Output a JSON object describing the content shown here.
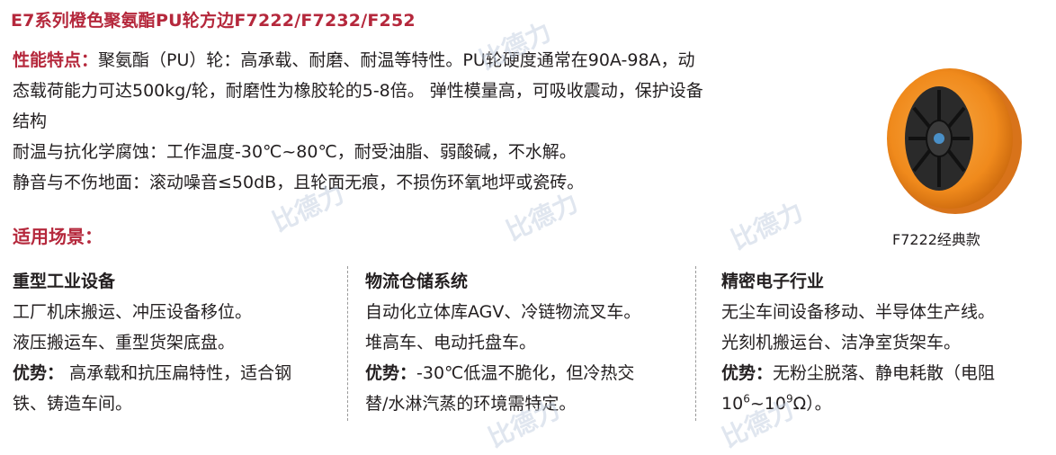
{
  "title": "E7系列橙色聚氨酯PU轮方边F7222/F7232/F252",
  "features": {
    "label": "性能特点：",
    "line1_rest": "聚氨酯（PU）轮：高承载、耐磨、耐温等特性。PU轮硬度通常在90A-98A，动",
    "line2": "态载荷能力可达500kg/轮，耐磨性为橡胶轮的5-8倍。 弹性模量高，可吸收震动，保护设备",
    "line3": "结构",
    "line4": "耐温与抗化学腐蚀：工作温度-30℃~80℃，耐受油脂、弱酸碱，不水解。",
    "line5": "静音与不伤地面：滚动噪音≤50dB，且轮面无痕，不损伤环氧地坪或瓷砖。"
  },
  "scenes": {
    "label": "适用场景：",
    "columns": [
      {
        "heading": "重型工业设备",
        "line1": "工厂机床搬运、冲压设备移位。",
        "line2": "液压搬运车、重型货架底盘。",
        "adv_label": "优势：",
        "adv_text1": "高承载和抗压扁特性，适合钢",
        "adv_text2": "铁、铸造车间。"
      },
      {
        "heading": "物流仓储系统",
        "line1": "自动化立体库AGV、冷链物流叉车。",
        "line2": "堆高车、电动托盘车。",
        "adv_label": "优势：",
        "adv_text1": "-30℃低温不脆化，但冷热交",
        "adv_text2": "替/水淋汽蒸的环境需特定。"
      },
      {
        "heading": "精密电子行业",
        "line1": "无尘车间设备移动、半导体生产线。",
        "line2": "光刻机搬运台、洁净室货架车。",
        "adv_label": "优势：",
        "adv_text1": "无粉尘脱落、静电耗散（电阻",
        "adv_text2_base1": "10",
        "adv_text2_sup1": "6",
        "adv_text2_mid": "~10",
        "adv_text2_sup2": "9",
        "adv_text2_end": "Ω）。"
      }
    ]
  },
  "product_caption": "F7222经典款",
  "watermark_text": "比德力",
  "colors": {
    "accent": "#b5283c",
    "wheel_orange": "#f08a1c",
    "hub": "#2a2a2a"
  }
}
